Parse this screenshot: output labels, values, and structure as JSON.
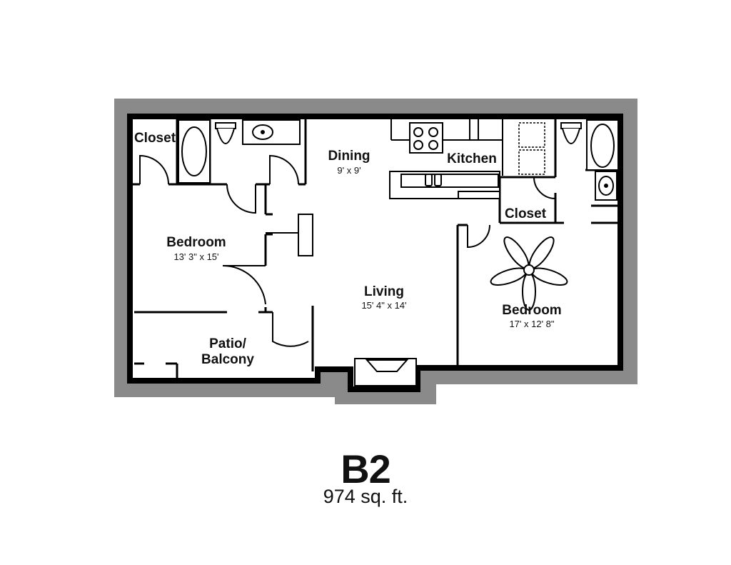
{
  "plan": {
    "unit_name": "B2",
    "area": "974 sq. ft.",
    "colors": {
      "exterior_band": "#8a8a8a",
      "walls": "#000000",
      "floor": "#ffffff"
    },
    "rooms": {
      "closet_left": {
        "name": "Closet"
      },
      "dining": {
        "name": "Dining",
        "size": "9' x 9'"
      },
      "kitchen": {
        "name": "Kitchen"
      },
      "bedroom_left": {
        "name": "Bedroom",
        "size": "13' 3\" x 15'"
      },
      "living": {
        "name": "Living",
        "size": "15' 4\" x 14'"
      },
      "closet_right": {
        "name": "Closet"
      },
      "bedroom_right": {
        "name": "Bedroom",
        "size": "17' x 12' 8\""
      },
      "patio": {
        "name_line1": "Patio/",
        "name_line2": "Balcony"
      }
    },
    "fixtures": [
      "bathtub-icon",
      "toilet-icon",
      "sink-icon",
      "stove-icon",
      "ceiling-fan-icon",
      "fireplace-icon",
      "door-swing-icon"
    ]
  }
}
